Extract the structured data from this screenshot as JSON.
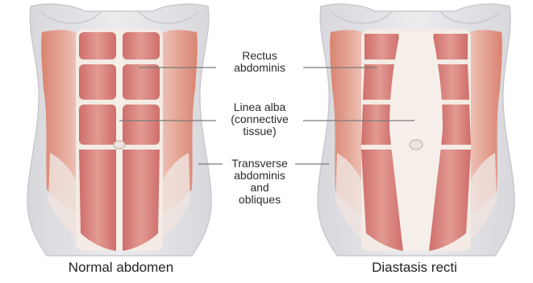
{
  "labels": {
    "rectus": "Rectus\nabdominis",
    "linea": "Linea alba\n(connective\ntissue)",
    "transverse": "Transverse\nabdominis\nand\nobliques"
  },
  "captions": {
    "left": "Normal abdomen",
    "right": "Diastasis recti"
  },
  "colors": {
    "skin": "#e6e6ea",
    "skin_edge": "#c9c9cf",
    "muscle": "#d97f7b",
    "muscle_light": "#e9a7a0",
    "tendon": "#f3ebe4",
    "oblique": "#e2917f",
    "line": "#7a7a7a"
  }
}
